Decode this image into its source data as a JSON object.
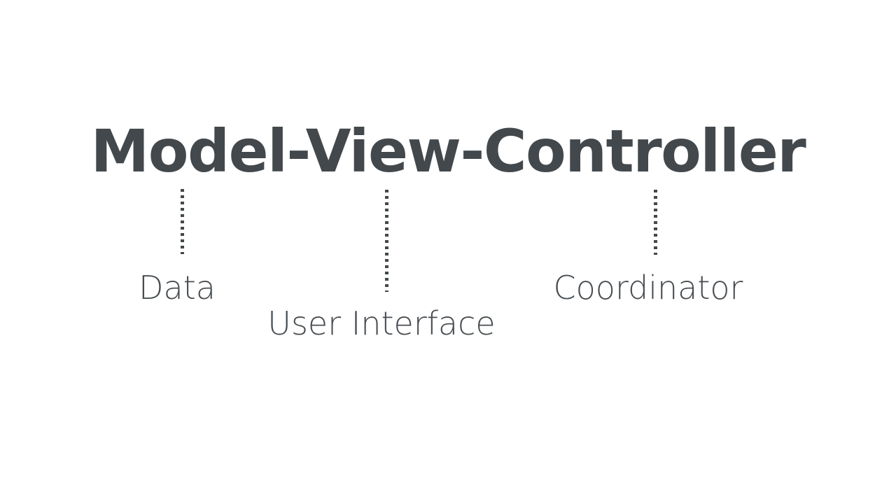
{
  "slide": {
    "background_color": "#ffffff",
    "text_color": "#43484c",
    "title": "Model-View-Controller",
    "nodes": [
      {
        "id": "model",
        "title_word": "Model",
        "label": "Data",
        "connector": "dotted-vertical-line"
      },
      {
        "id": "view",
        "title_word": "View",
        "label": "User Interface",
        "connector": "dotted-vertical-line"
      },
      {
        "id": "controller",
        "title_word": "Controller",
        "label": "Coordinator",
        "connector": "dotted-vertical-line"
      }
    ]
  }
}
